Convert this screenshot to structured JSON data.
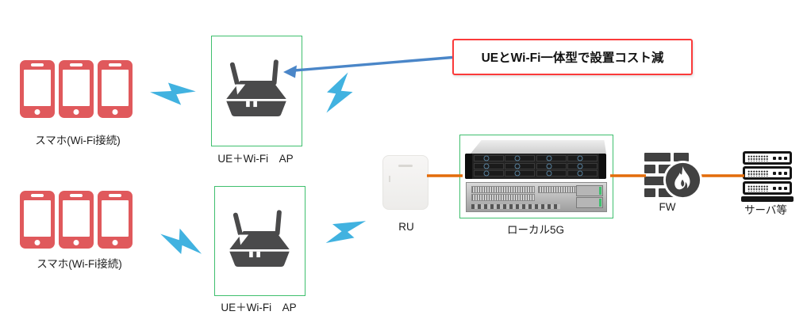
{
  "diagram": {
    "colors": {
      "phone_red": "#e0595c",
      "bolt_cyan": "#41b2e0",
      "green_border": "#3fbf6e",
      "router_gray": "#4a4a4b",
      "orange_line": "#e36c0a",
      "blue_arrow": "#4a86c8",
      "callout_border": "#fb3a3a",
      "icon_dark": "#414141"
    },
    "callout": {
      "text": "UEとWi-Fi一体型で設置コスト減"
    },
    "nodes": {
      "phones_top": {
        "label": "スマホ(Wi-Fi接続)",
        "icon": "smartphone-icon",
        "count": 3
      },
      "ap_top": {
        "label": "UE＋Wi-Fi　AP",
        "icon": "wifi-router-icon"
      },
      "phones_bottom": {
        "label": "スマホ(Wi-Fi接続)",
        "icon": "smartphone-icon",
        "count": 3
      },
      "ap_bottom": {
        "label": "UE＋Wi-Fi　AP",
        "icon": "wifi-router-icon"
      },
      "ru": {
        "label": "RU",
        "icon": "radio-unit-icon"
      },
      "local5g": {
        "label": "ローカル5G",
        "icon": "server-appliance-icon"
      },
      "fw": {
        "label": "FW",
        "icon": "firewall-icon"
      },
      "servers": {
        "label": "サーバ等",
        "icon": "server-stack-icon"
      }
    },
    "connections": {
      "wireless": "lightning-bolt",
      "wired": "orange-line",
      "annotation_arrow": "blue-arrow"
    }
  }
}
